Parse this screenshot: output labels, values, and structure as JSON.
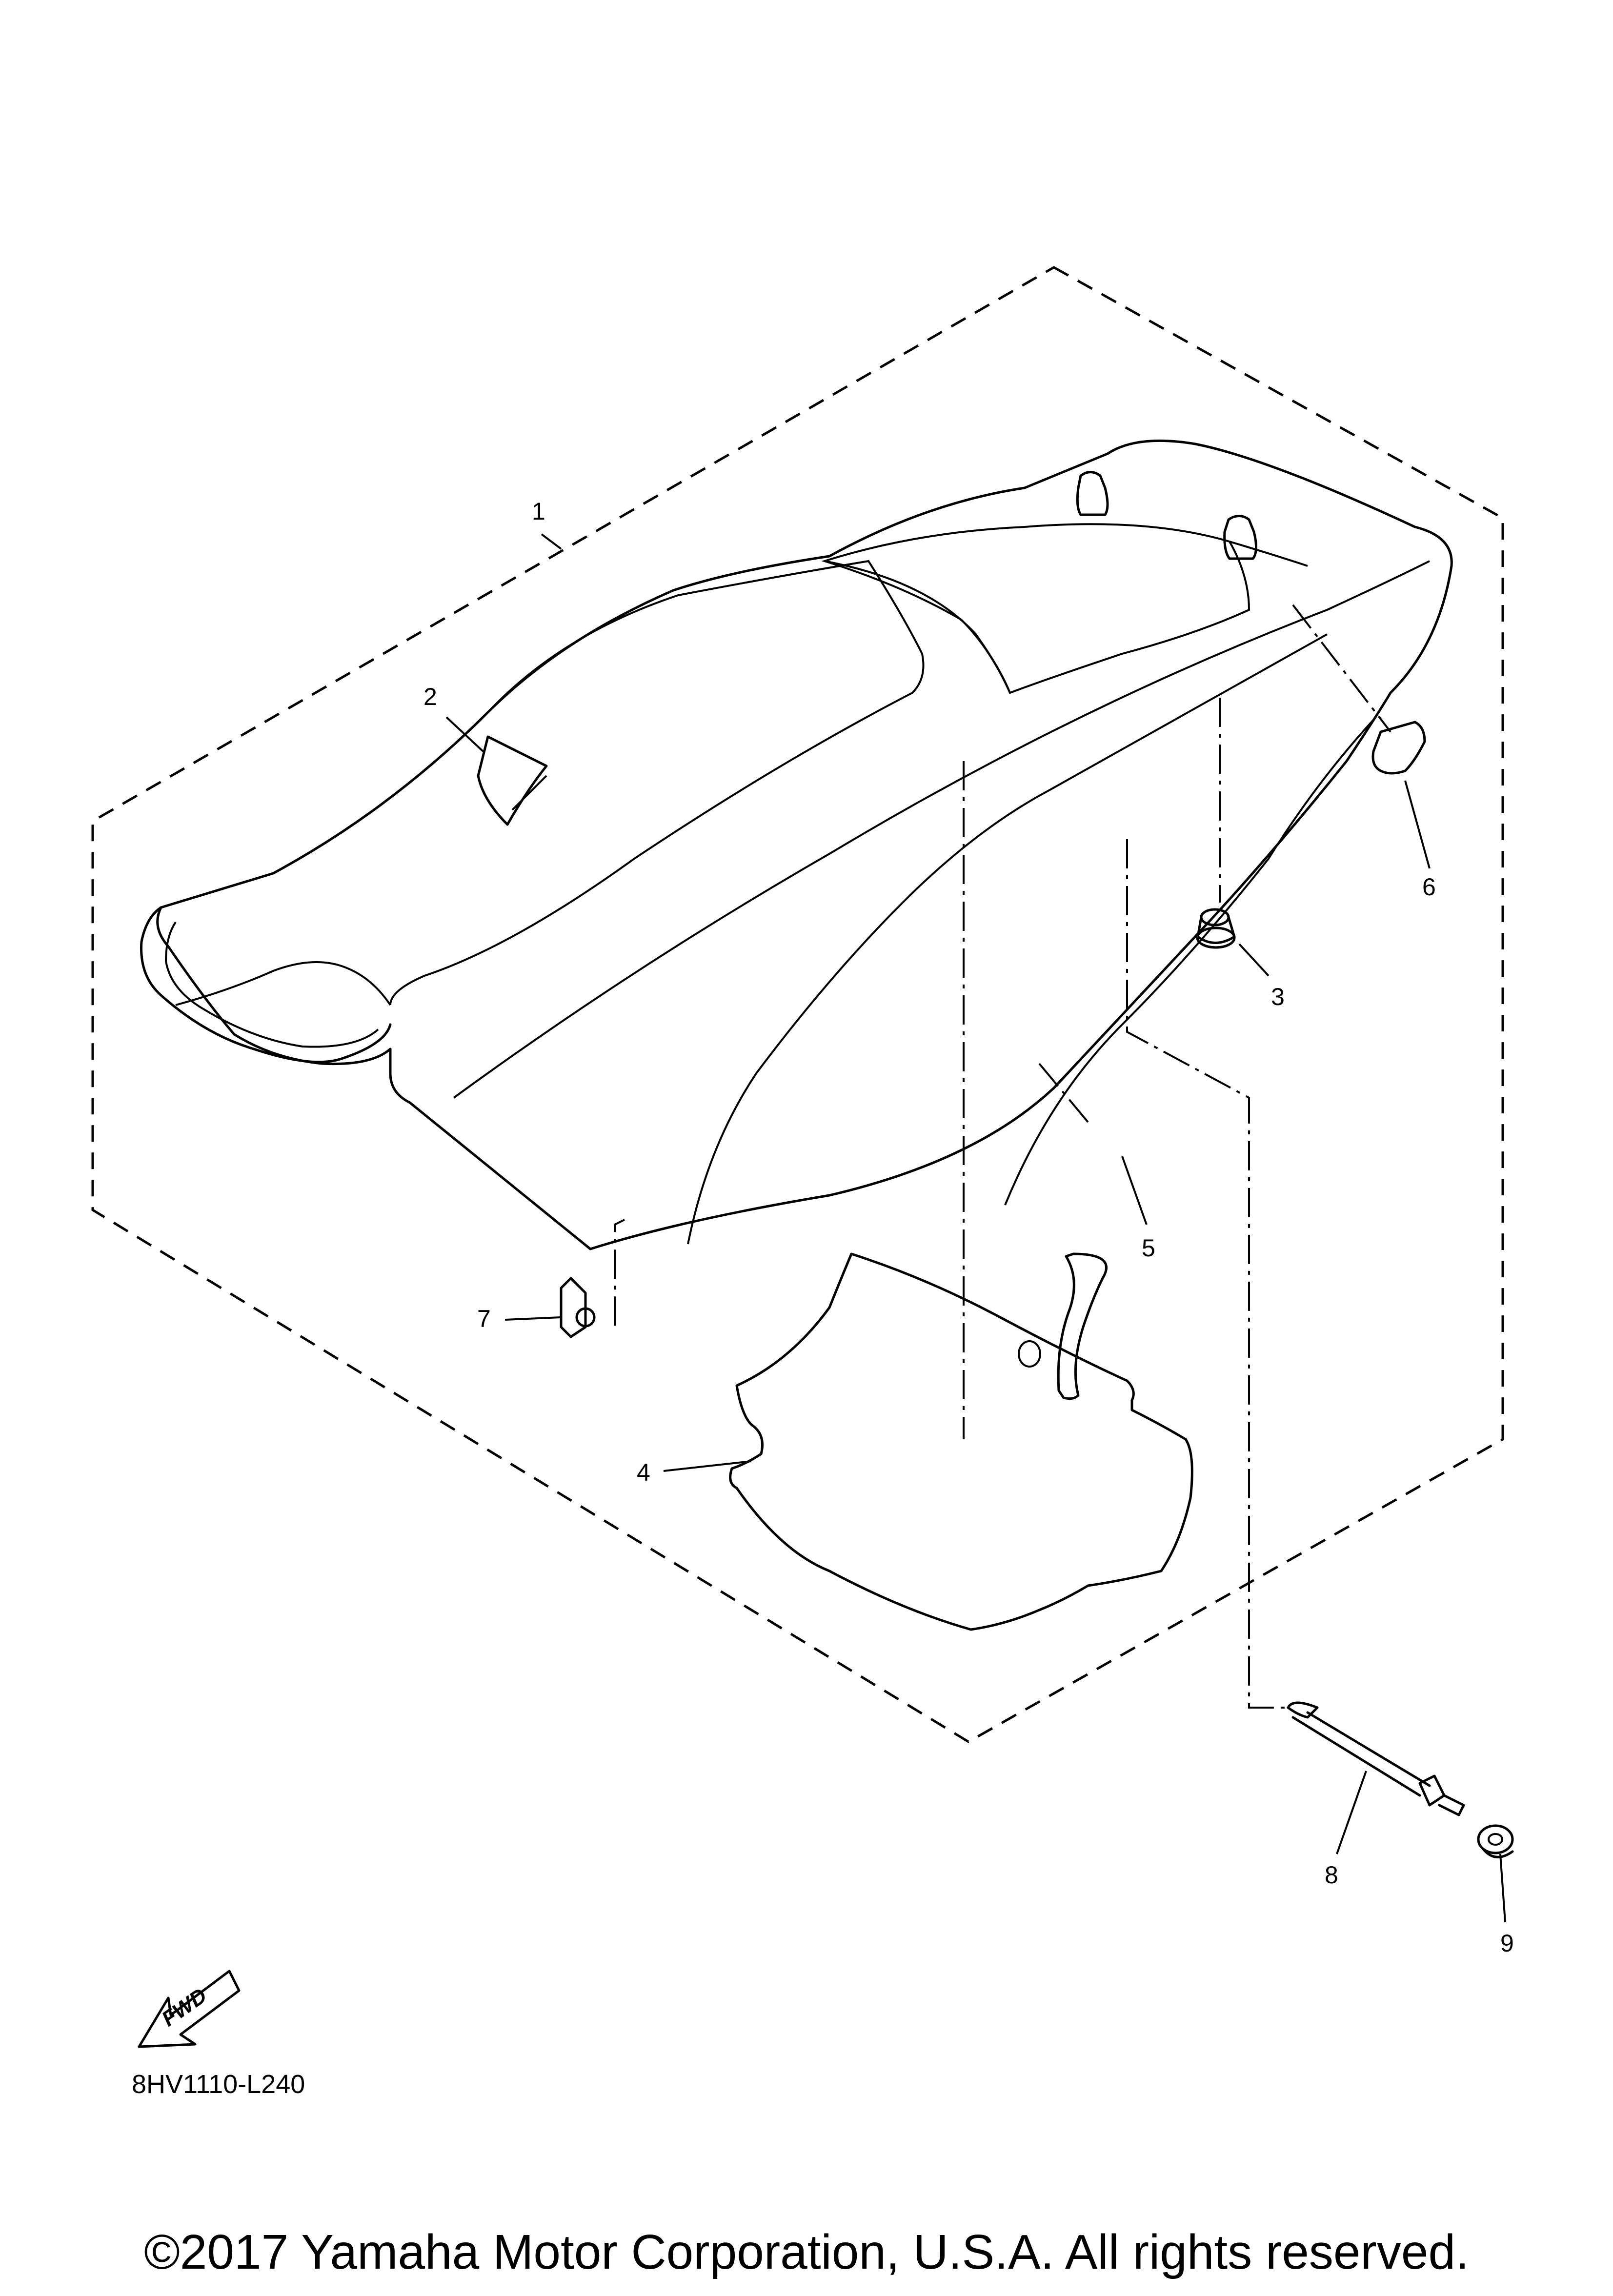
{
  "diagram": {
    "callouts": [
      {
        "id": "1",
        "label": "1"
      },
      {
        "id": "2",
        "label": "2"
      },
      {
        "id": "3",
        "label": "3"
      },
      {
        "id": "4",
        "label": "4"
      },
      {
        "id": "5",
        "label": "5"
      },
      {
        "id": "6",
        "label": "6"
      },
      {
        "id": "7",
        "label": "7"
      },
      {
        "id": "8",
        "label": "8"
      },
      {
        "id": "9",
        "label": "9"
      }
    ],
    "fwd_label": "FWD",
    "drawing_code": "8HV1110-L240"
  },
  "footer": {
    "copyright": "©2017 Yamaha Motor Corporation, U.S.A. All rights reserved."
  }
}
